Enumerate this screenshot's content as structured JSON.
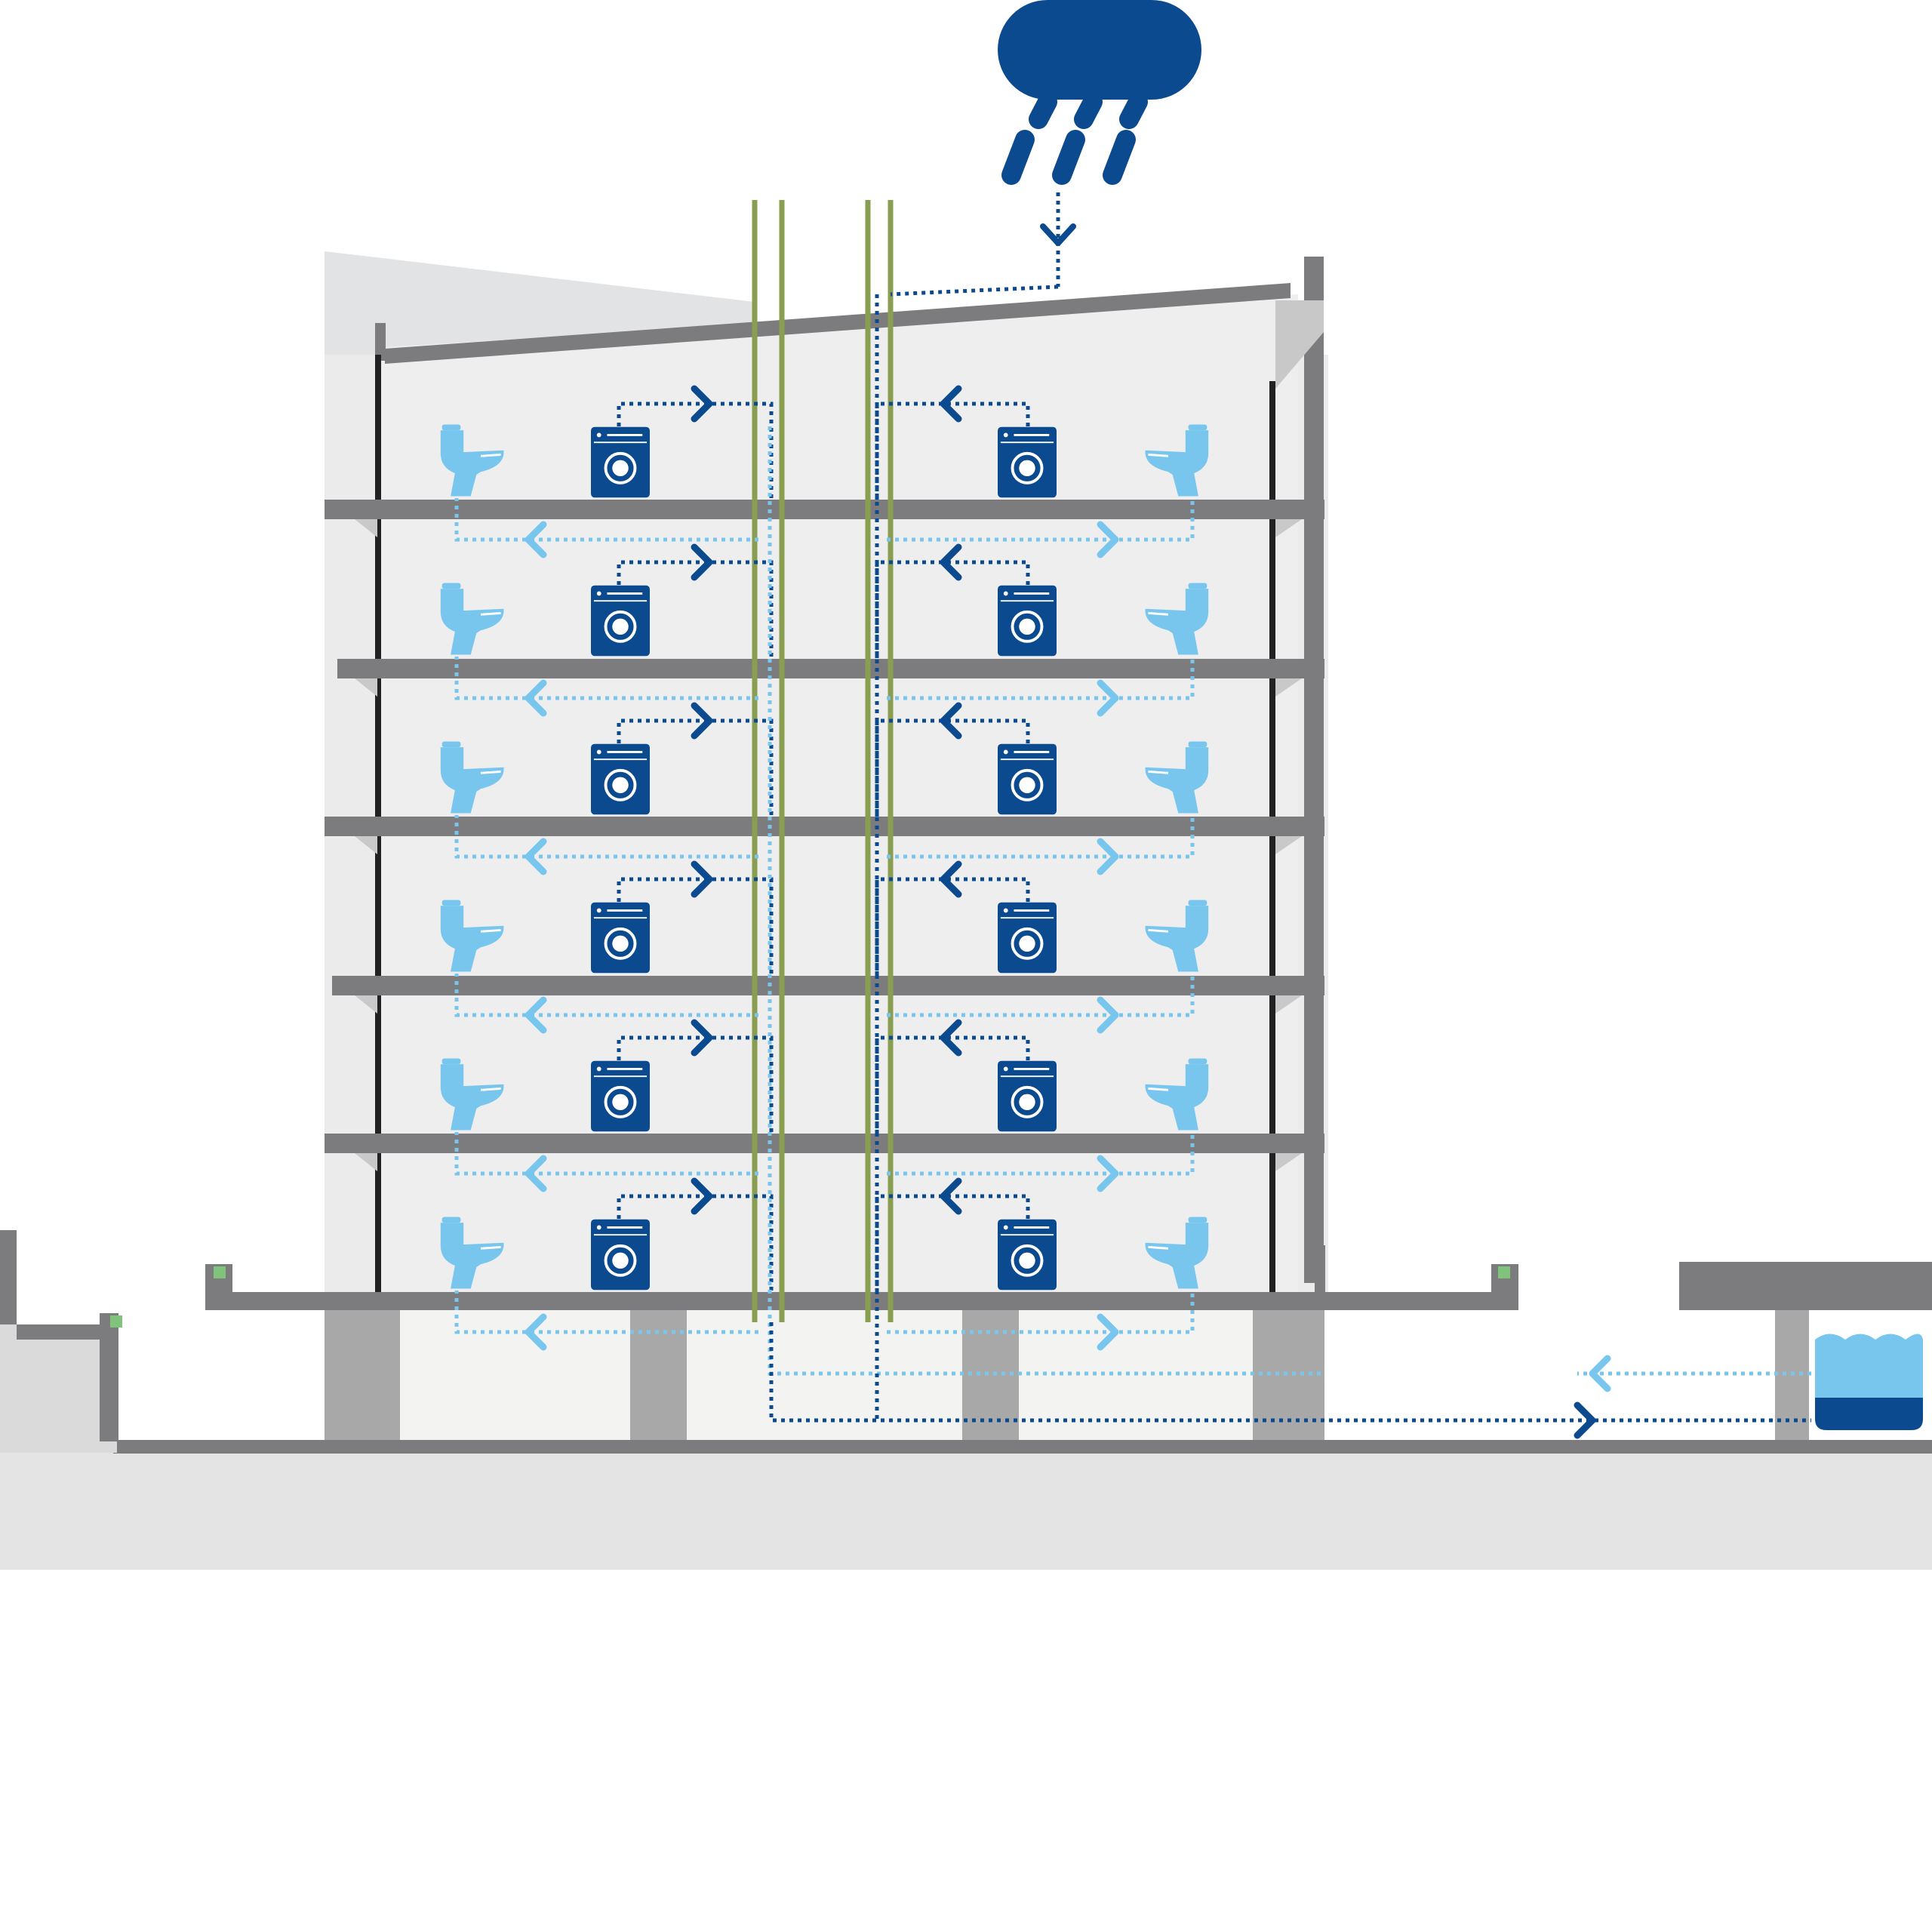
{
  "diagram": {
    "kind": "building-section-water-recycling",
    "floor_count": 6,
    "icons": {
      "cloud": "rain-cloud-icon",
      "washer": "washing-machine-icon",
      "toilet": "toilet-icon",
      "tank": "water-tank-icon"
    },
    "flows": [
      {
        "name": "rainwater-collection",
        "from": "rain-cloud-icon",
        "to": "water-tank-icon"
      },
      {
        "name": "greywater-drain",
        "from": "washing-machine-icon",
        "to": "water-tank-icon"
      },
      {
        "name": "recycled-supply",
        "from": "water-tank-icon",
        "to": "toilet-icon"
      }
    ],
    "colors": {
      "dark_blue": "#0b4a8f",
      "light_blue": "#78c6ee",
      "pipe_green": "#8a9e52",
      "slab_gray": "#7c7c7e",
      "wall_gray": "#e8e9ea",
      "ground_gray": "#e4e4e4",
      "column_gray": "#a8a8a8"
    }
  }
}
